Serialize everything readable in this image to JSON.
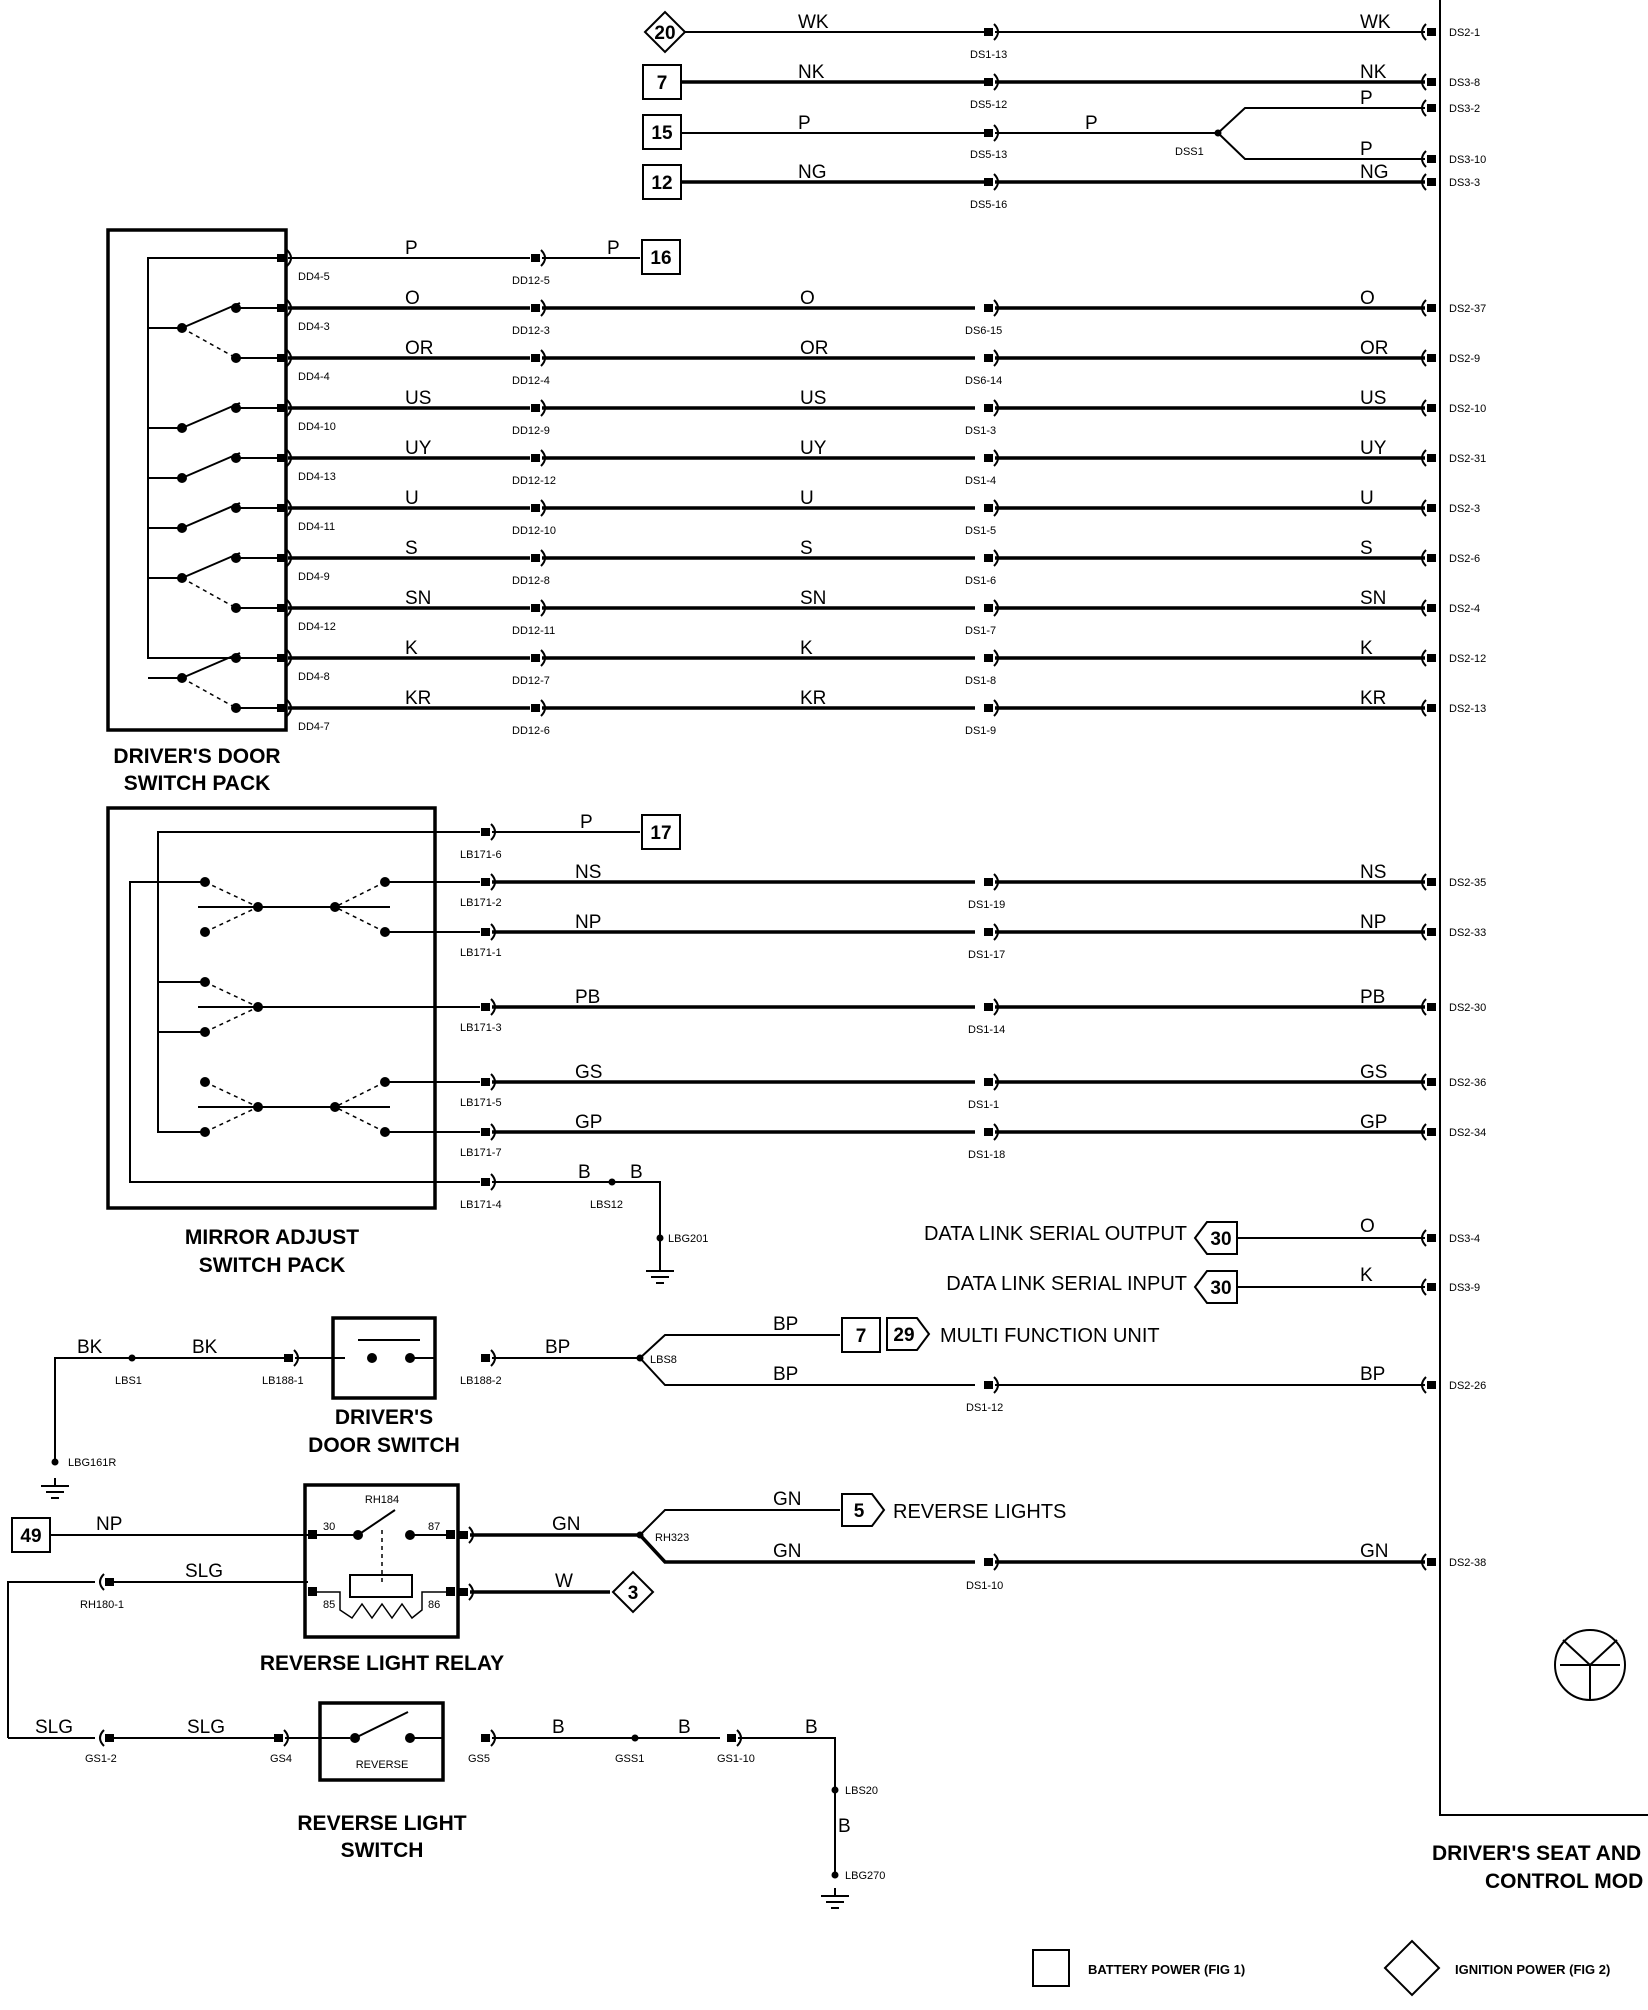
{
  "captions": {
    "door_switch_pack": [
      "DRIVER'S DOOR",
      "SWITCH PACK"
    ],
    "mirror_switch_pack": [
      "MIRROR ADJUST",
      "SWITCH PACK"
    ],
    "door_switch": [
      "DRIVER'S",
      "DOOR SWITCH"
    ],
    "reverse_relay": "REVERSE LIGHT RELAY",
    "reverse_switch": [
      "REVERSE LIGHT",
      "SWITCH"
    ],
    "control_module": [
      "DRIVER'S SEAT AND",
      "CONTROL MOD"
    ],
    "reverse_switch_inner": "REVERSE",
    "relay_ref": "RH184"
  },
  "signals": {
    "data_out": "DATA LINK SERIAL OUTPUT",
    "data_in": "DATA LINK SERIAL INPUT",
    "mfu": "MULTI FUNCTION UNIT",
    "reverse_lights": "REVERSE LIGHTS"
  },
  "legend": {
    "battery": "BATTERY POWER (FIG 1)",
    "ignition": "IGNITION POWER (FIG 2)"
  },
  "power_feeds": [
    {
      "ref": "20",
      "shape": "diamond",
      "color": "WK",
      "mid": "DS1-13",
      "pin": "DS2-1"
    },
    {
      "ref": "7",
      "shape": "box",
      "color": "NK",
      "mid": "DS5-12",
      "pin": "DS3-8"
    },
    {
      "ref": "15",
      "shape": "box",
      "color": "P",
      "color2": "P",
      "mid": "DS5-13",
      "splice": "DSS1",
      "pin": "DS3-2",
      "pin2": "DS3-10"
    },
    {
      "ref": "12",
      "shape": "box",
      "color": "NG",
      "mid": "DS5-16",
      "pin": "DS3-3"
    }
  ],
  "door_pack_feed": {
    "color": "P",
    "pin": "DD4-5",
    "conn": "DD12-5",
    "ref": "16"
  },
  "door_wires": [
    {
      "color": "O",
      "pin": "DD4-3",
      "conn": "DD12-3",
      "mid": "DS6-15",
      "ecu": "DS2-37"
    },
    {
      "color": "OR",
      "pin": "DD4-4",
      "conn": "DD12-4",
      "mid": "DS6-14",
      "ecu": "DS2-9"
    },
    {
      "color": "US",
      "pin": "DD4-10",
      "conn": "DD12-9",
      "mid": "DS1-3",
      "ecu": "DS2-10"
    },
    {
      "color": "UY",
      "pin": "DD4-13",
      "conn": "DD12-12",
      "mid": "DS1-4",
      "ecu": "DS2-31"
    },
    {
      "color": "U",
      "pin": "DD4-11",
      "conn": "DD12-10",
      "mid": "DS1-5",
      "ecu": "DS2-3"
    },
    {
      "color": "S",
      "pin": "DD4-9",
      "conn": "DD12-8",
      "mid": "DS1-6",
      "ecu": "DS2-6"
    },
    {
      "color": "SN",
      "pin": "DD4-12",
      "conn": "DD12-11",
      "mid": "DS1-7",
      "ecu": "DS2-4"
    },
    {
      "color": "K",
      "pin": "DD4-8",
      "conn": "DD12-7",
      "mid": "DS1-8",
      "ecu": "DS2-12"
    },
    {
      "color": "KR",
      "pin": "DD4-7",
      "conn": "DD12-6",
      "mid": "DS1-9",
      "ecu": "DS2-13"
    }
  ],
  "mirror_feed": {
    "color": "P",
    "pin": "LB171-6",
    "ref": "17"
  },
  "mirror_wires": [
    {
      "color": "NS",
      "pin": "LB171-2",
      "mid": "DS1-19",
      "ecu": "DS2-35"
    },
    {
      "color": "NP",
      "pin": "LB171-1",
      "mid": "DS1-17",
      "ecu": "DS2-33"
    },
    {
      "color": "PB",
      "pin": "LB171-3",
      "mid": "DS1-14",
      "ecu": "DS2-30"
    },
    {
      "color": "GS",
      "pin": "LB171-5",
      "mid": "DS1-1",
      "ecu": "DS2-36"
    },
    {
      "color": "GP",
      "pin": "LB171-7",
      "mid": "DS1-18",
      "ecu": "DS2-34"
    }
  ],
  "mirror_ground": {
    "pin": "LB171-4",
    "color": "B",
    "color2": "B",
    "splice": "LBS12",
    "ground": "LBG201"
  },
  "data_links": [
    {
      "ref": "30",
      "color": "O",
      "ecu": "DS3-4"
    },
    {
      "ref": "30",
      "color": "K",
      "ecu": "DS3-9"
    }
  ],
  "door_switch_circuit": {
    "color_a": "BK",
    "color_b": "BK",
    "splice_a": "LBS1",
    "conn_a": "LB188-1",
    "conn_b": "LB188-2",
    "out_color": "BP",
    "splice": "LBS8",
    "up_color": "BP",
    "ref_box": "7",
    "ref_diamond": "29",
    "ecu_color": "BP",
    "ecu_mid_color": "BP",
    "mid": "DS1-12",
    "ecu": "DS2-26",
    "ground": "LBG161R"
  },
  "relay_circuit": {
    "feed_ref": "49",
    "feed_color": "NP",
    "pin30": "30",
    "pin87": "87",
    "pin85": "85",
    "pin86": "86",
    "out_color": "GN",
    "splice": "RH323",
    "up_color": "GN",
    "ref_box": "5",
    "ecu_mid_color": "GN",
    "ecu_color": "GN",
    "mid": "DS1-10",
    "ecu": "DS2-38",
    "coil_color": "SLG",
    "coil_conn": "RH180-1",
    "w_color": "W",
    "ign_ref": "3"
  },
  "reverse_switch_circuit": {
    "color_a": "SLG",
    "conn_a": "GS1-2",
    "color_b": "SLG",
    "conn_b": "GS4",
    "conn_c": "GS5",
    "color_c": "B",
    "splice": "GSS1",
    "color_d": "B",
    "conn_d": "GS1-10",
    "color_e": "B",
    "splice_b": "LBS20",
    "color_f": "B",
    "ground": "LBG270"
  }
}
